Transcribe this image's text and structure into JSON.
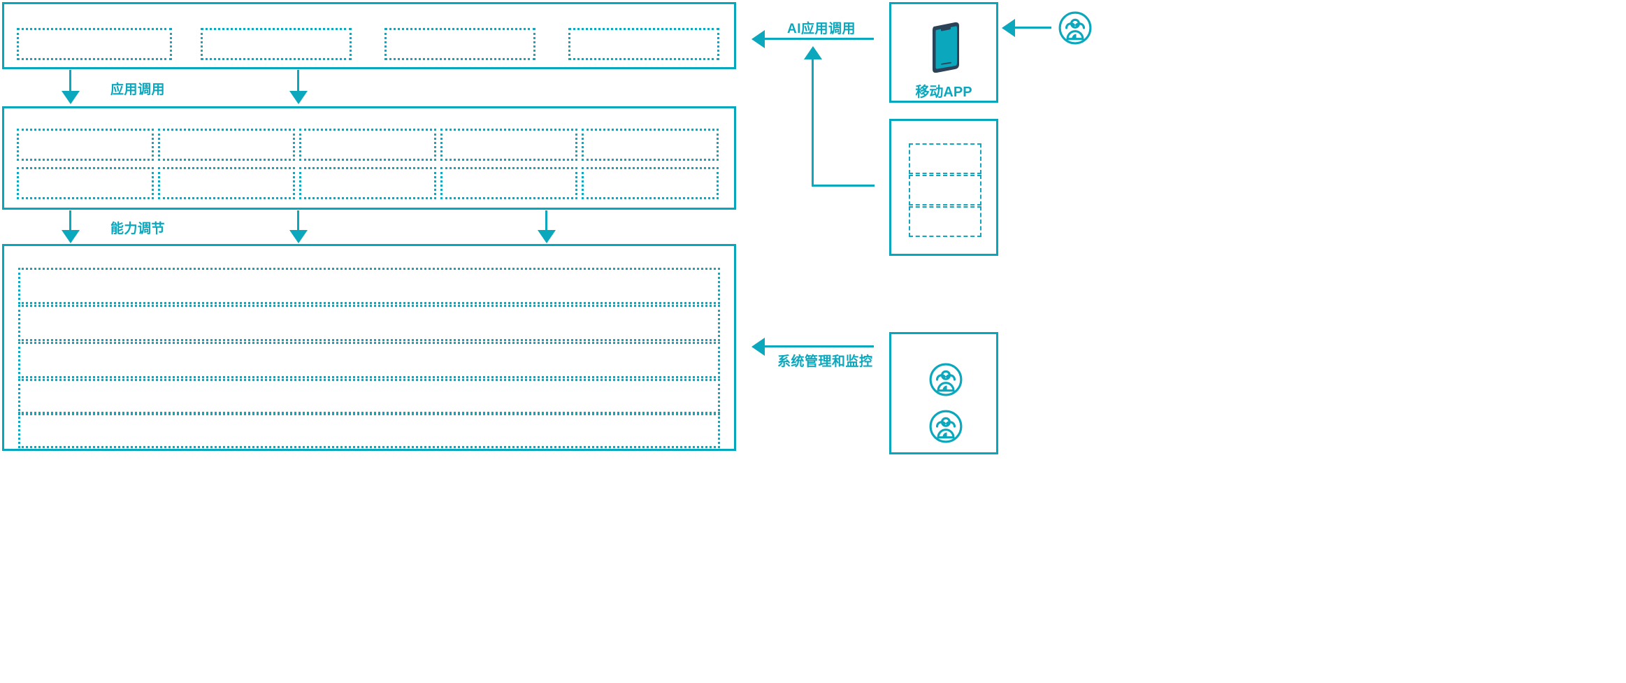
{
  "theme": {
    "accent": "#06a7bd",
    "accent_light": "#12a5bb",
    "label_color": "#0aa7bd",
    "phone_frame": "#2b4257",
    "phone_screen": "#0aa7bd",
    "background": "#ffffff"
  },
  "connectors": {
    "app_call": {
      "label": "应用调用"
    },
    "capability_adjust": {
      "label": "能力调节"
    },
    "ai_app_call": {
      "label": "AI应用调用"
    },
    "system_mgmt": {
      "label": "系统管理和监控"
    }
  },
  "layers": {
    "application_layer": {
      "name": "application-layer",
      "slots": [
        {
          "id": "app-slot-1",
          "label": ""
        },
        {
          "id": "app-slot-2",
          "label": ""
        },
        {
          "id": "app-slot-3",
          "label": ""
        },
        {
          "id": "app-slot-4",
          "label": ""
        }
      ]
    },
    "capability_layer": {
      "name": "capability-layer",
      "columns": 5,
      "rows": 2,
      "slots": [
        {
          "id": "cap-slot-r1c1",
          "label": ""
        },
        {
          "id": "cap-slot-r1c2",
          "label": ""
        },
        {
          "id": "cap-slot-r1c3",
          "label": ""
        },
        {
          "id": "cap-slot-r1c4",
          "label": ""
        },
        {
          "id": "cap-slot-r1c5",
          "label": ""
        },
        {
          "id": "cap-slot-r2c1",
          "label": ""
        },
        {
          "id": "cap-slot-r2c2",
          "label": ""
        },
        {
          "id": "cap-slot-r2c3",
          "label": ""
        },
        {
          "id": "cap-slot-r2c4",
          "label": ""
        },
        {
          "id": "cap-slot-r2c5",
          "label": ""
        }
      ]
    },
    "platform_layer": {
      "name": "platform-layer",
      "bands": [
        {
          "id": "platform-band-1",
          "label": ""
        },
        {
          "id": "platform-band-2",
          "label": ""
        },
        {
          "id": "platform-band-3",
          "label": ""
        },
        {
          "id": "platform-band-4",
          "label": ""
        },
        {
          "id": "platform-band-5",
          "label": ""
        }
      ]
    }
  },
  "side_panels": {
    "mobile_app": {
      "id": "mobile-app-card",
      "label": "移动APP",
      "icon": "mobile-phone-icon"
    },
    "channel_list": {
      "id": "channel-card",
      "slots": [
        {
          "id": "channel-slot-1",
          "label": ""
        },
        {
          "id": "channel-slot-2",
          "label": ""
        },
        {
          "id": "channel-slot-3",
          "label": ""
        }
      ]
    },
    "operators": {
      "id": "operators-card",
      "icons": [
        {
          "id": "operator-icon-1",
          "icon": "user-group-icon"
        },
        {
          "id": "operator-icon-2",
          "icon": "user-group-icon"
        }
      ]
    },
    "external_user": {
      "id": "external-user-icon",
      "icon": "user-group-icon"
    }
  }
}
